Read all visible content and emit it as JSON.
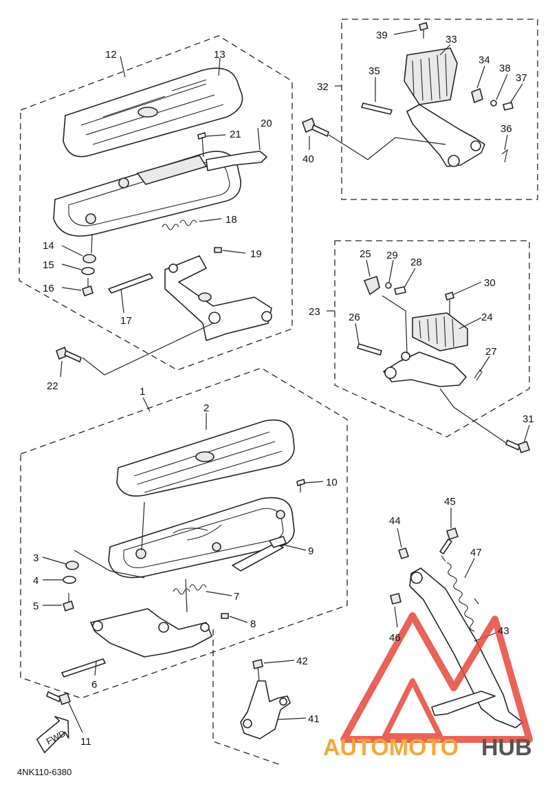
{
  "diagram_code": "4NK110-6380",
  "fwd_label": "FWD",
  "watermark": {
    "part1": "AUTOMOTO",
    "part2": "HUB",
    "color_primary": "#f4a83a",
    "color_secondary": "#555555",
    "color_logo": "#e8473c"
  },
  "labels": {
    "n1": "1",
    "n2": "2",
    "n3": "3",
    "n4": "4",
    "n5": "5",
    "n6": "6",
    "n7": "7",
    "n8": "8",
    "n9": "9",
    "n10": "10",
    "n11": "11",
    "n12": "12",
    "n13": "13",
    "n14": "14",
    "n15": "15",
    "n16": "16",
    "n17": "17",
    "n18": "18",
    "n19": "19",
    "n20": "20",
    "n21": "21",
    "n22": "22",
    "n23": "23",
    "n24": "24",
    "n25": "25",
    "n26": "26",
    "n27": "27",
    "n28": "28",
    "n29": "29",
    "n30": "30",
    "n31": "31",
    "n32": "32",
    "n33": "33",
    "n34": "34",
    "n35": "35",
    "n36": "36",
    "n37": "37",
    "n38": "38",
    "n39": "39",
    "n40": "40",
    "n41": "41",
    "n42": "42",
    "n43": "43",
    "n44": "44",
    "n45": "45",
    "n46": "46",
    "n47": "47"
  }
}
